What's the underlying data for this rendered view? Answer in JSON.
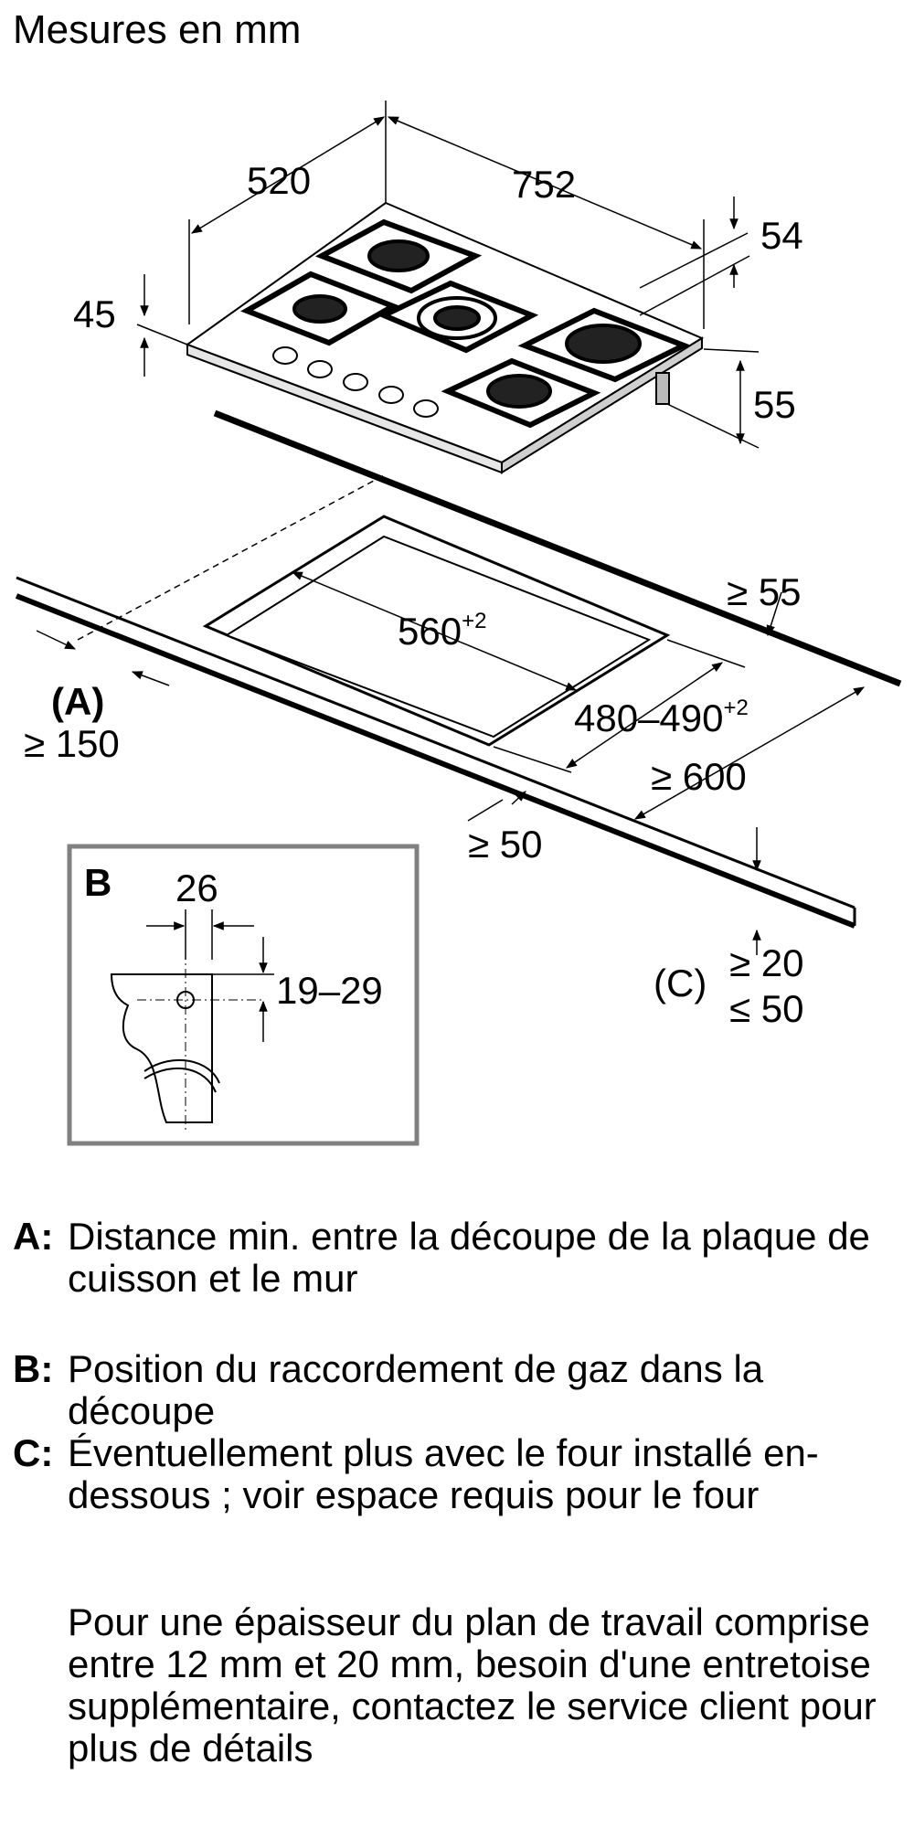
{
  "title": "Mesures en mm",
  "hob": {
    "depth": "520",
    "width": "752",
    "height_total": "54",
    "glass_thickness": "45",
    "below_height": "55"
  },
  "cutout": {
    "width": "560",
    "width_tolerance": "+2",
    "depth": "480–490",
    "depth_tolerance": "+2",
    "back_clearance": "≥ 55",
    "worktop_depth": "≥ 600",
    "front_clearance": "≥ 50",
    "wall_label": "(A)",
    "wall_distance": "≥ 150",
    "c_label": "(C)",
    "c_min": "≥ 20",
    "c_max": "≤ 50"
  },
  "detail_b": {
    "label": "B",
    "offset": "26",
    "height_range": "19–29"
  },
  "legend": [
    {
      "key": "A:",
      "text": "Distance min. entre la découpe de la plaque de cuisson et le mur"
    },
    {
      "key": "B:",
      "text": "Position du raccordement de gaz dans la découpe"
    },
    {
      "key": "C:",
      "text": "Éventuellement plus avec le four installé en-dessous ; voir espace requis pour le four"
    }
  ],
  "note": "Pour une épaisseur du plan de travail comprise entre 12 mm et 20 mm, besoin d'une entretoise supplémentaire, contactez le service client pour plus de détails"
}
